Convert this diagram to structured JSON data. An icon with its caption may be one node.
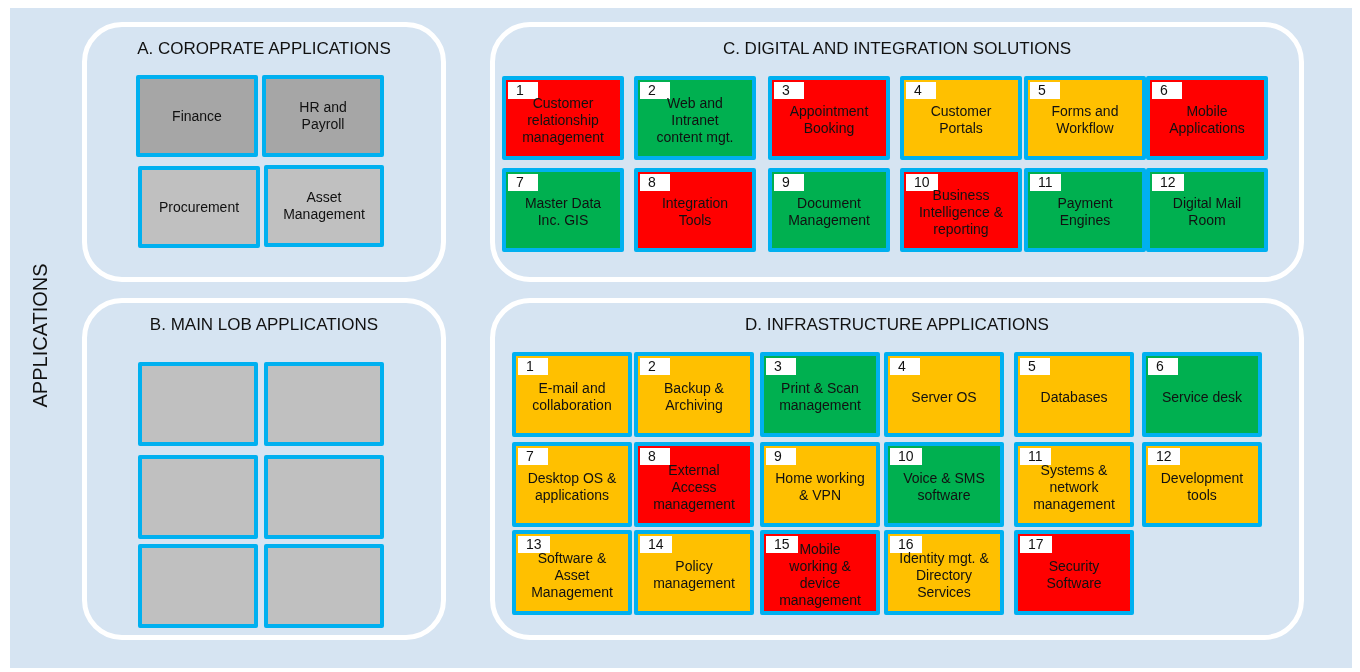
{
  "diagram": {
    "nodes": [
      {
        "text": [
          "APPLICATIONS"
        ]
      },
      {
        "text": [
          "A. COROPRATE APPLICATIONS"
        ],
        "in": 0
      },
      {
        "text": [
          "Finance"
        ],
        "in": 1
      },
      {
        "text": [
          "HR and Payroll"
        ],
        "in": 1
      },
      {
        "text": [
          "Procurement"
        ],
        "in": 1
      },
      {
        "text": [
          "Asset Management"
        ],
        "in": 1
      },
      {
        "text": [
          "B. MAIN LOB APPLICATIONS"
        ],
        "in": 0
      },
      {
        "text": [],
        "shape": "box",
        "in": 6
      },
      {
        "text": [],
        "shape": "box",
        "in": 6
      },
      {
        "text": [],
        "shape": "box",
        "in": 6
      },
      {
        "text": [],
        "shape": "box",
        "in": 6
      },
      {
        "text": [],
        "shape": "box",
        "in": 6
      },
      {
        "text": [],
        "shape": "box",
        "in": 6
      },
      {
        "text": [
          "C. DIGITAL AND INTEGRATION SOLUTIONS"
        ],
        "in": 0
      },
      {
        "text": [
          "1",
          "Customer relationship management"
        ],
        "in": 13
      },
      {
        "text": [
          "2",
          "Web and Intranet content mgt."
        ],
        "in": 13
      },
      {
        "text": [
          "3",
          "Appointment Booking"
        ],
        "in": 13
      },
      {
        "text": [
          "4",
          "Customer Portals"
        ],
        "in": 13
      },
      {
        "text": [
          "5",
          "Forms and Workflow"
        ],
        "in": 13
      },
      {
        "text": [
          "6",
          "Mobile Applications"
        ],
        "in": 13
      },
      {
        "text": [
          "7",
          "Master Data Inc. GIS"
        ],
        "in": 13
      },
      {
        "text": [
          "8",
          "Integration Tools"
        ],
        "in": 13
      },
      {
        "text": [
          "9",
          "Document Management"
        ],
        "in": 13
      },
      {
        "text": [
          "10",
          "Business Intelligence & reporting"
        ],
        "in": 13
      },
      {
        "text": [
          "11",
          "Payment Engines"
        ],
        "in": 13
      },
      {
        "text": [
          "12",
          "Digital Mail Room"
        ],
        "in": 13
      },
      {
        "text": [
          "D. INFRASTRUCTURE APPLICATIONS"
        ],
        "in": 0
      },
      {
        "text": [
          "1",
          "E-mail and collaboration"
        ],
        "in": 26
      },
      {
        "text": [
          "2",
          "Backup & Archiving"
        ],
        "in": 26
      },
      {
        "text": [
          "3",
          "Print & Scan management"
        ],
        "in": 26
      },
      {
        "text": [
          "4",
          "Server OS"
        ],
        "in": 26
      },
      {
        "text": [
          "5",
          "Databases"
        ],
        "in": 26
      },
      {
        "text": [
          "6",
          "Service desk"
        ],
        "in": 26
      },
      {
        "text": [
          "7",
          "Desktop OS & applications"
        ],
        "in": 26
      },
      {
        "text": [
          "8",
          "External Access management"
        ],
        "in": 26
      },
      {
        "text": [
          "9",
          "Home working & VPN"
        ],
        "in": 26
      },
      {
        "text": [
          "10",
          "Voice & SMS software"
        ],
        "in": 26
      },
      {
        "text": [
          "11",
          "Systems & network management"
        ],
        "in": 26
      },
      {
        "text": [
          "12",
          "Development tools"
        ],
        "in": 26
      },
      {
        "text": [
          "13",
          "Software & Asset Management"
        ],
        "in": 26
      },
      {
        "text": [
          "14",
          "Policy management"
        ],
        "in": 26
      },
      {
        "text": [
          "15",
          "Mobile working & device management"
        ],
        "in": 26
      },
      {
        "text": [
          "16",
          "Identity mgt. & Directory Services"
        ],
        "in": 26
      },
      {
        "text": [
          "17",
          "Security Software"
        ],
        "in": 26
      }
    ]
  }
}
